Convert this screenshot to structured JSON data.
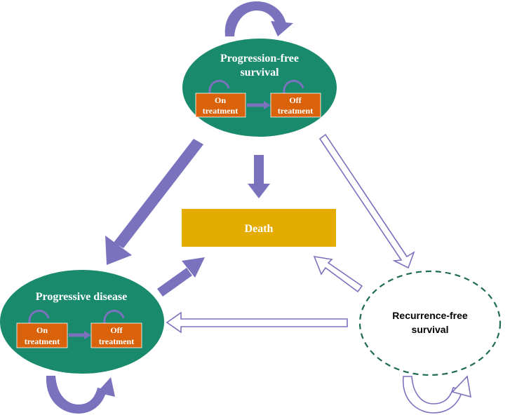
{
  "states": {
    "pfs": {
      "title_line1": "Progression-free",
      "title_line2": "survival"
    },
    "pd": {
      "title": "Progressive disease"
    },
    "rfs": {
      "title_line1": "Recurrence-free",
      "title_line2": "survival"
    },
    "death": {
      "title": "Death"
    }
  },
  "substates": {
    "on_line1": "On",
    "on_line2": "treatment",
    "off_line1": "Off",
    "off_line2": "treatment"
  },
  "colors": {
    "state_green": "#1a8a6c",
    "substate_orange": "#d9620b",
    "death_gold": "#e4ab00",
    "arrow_purple": "#7b72bd",
    "dashed_border": "#1e6b51"
  }
}
